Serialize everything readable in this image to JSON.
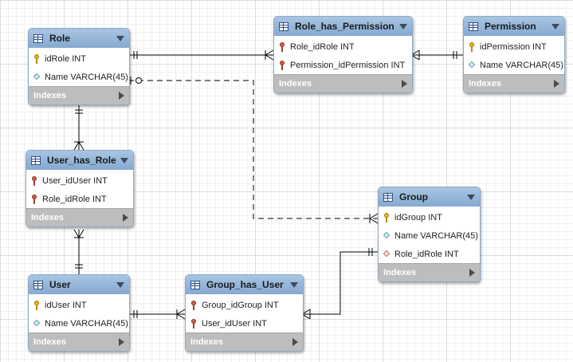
{
  "tables": [
    {
      "key": "role",
      "name": "Role",
      "columns": [
        {
          "label": "idRole INT",
          "icon": "primary-key-icon"
        },
        {
          "label": "Name VARCHAR(45)",
          "icon": "column-icon"
        }
      ],
      "indexes_label": "Indexes"
    },
    {
      "key": "role_has_permission",
      "name": "Role_has_Permission",
      "columns": [
        {
          "label": "Role_idRole INT",
          "icon": "foreign-key-icon"
        },
        {
          "label": "Permission_idPermission INT",
          "icon": "foreign-key-icon"
        }
      ],
      "indexes_label": "Indexes"
    },
    {
      "key": "permission",
      "name": "Permission",
      "columns": [
        {
          "label": "idPermission INT",
          "icon": "primary-key-icon"
        },
        {
          "label": "Name VARCHAR(45)",
          "icon": "column-icon"
        }
      ],
      "indexes_label": "Indexes"
    },
    {
      "key": "user_has_role",
      "name": "User_has_Role",
      "columns": [
        {
          "label": "User_idUser INT",
          "icon": "foreign-key-icon"
        },
        {
          "label": "Role_idRole INT",
          "icon": "foreign-key-icon"
        }
      ],
      "indexes_label": "Indexes"
    },
    {
      "key": "group",
      "name": "Group",
      "columns": [
        {
          "label": "idGroup INT",
          "icon": "primary-key-icon"
        },
        {
          "label": "Name VARCHAR(45)",
          "icon": "column-icon"
        },
        {
          "label": "Role_idRole INT",
          "icon": "foreign-column-icon"
        }
      ],
      "indexes_label": "Indexes"
    },
    {
      "key": "user",
      "name": "User",
      "columns": [
        {
          "label": "idUser INT",
          "icon": "primary-key-icon"
        },
        {
          "label": "Name VARCHAR(45)",
          "icon": "column-icon"
        }
      ],
      "indexes_label": "Indexes"
    },
    {
      "key": "group_has_user",
      "name": "Group_has_User",
      "columns": [
        {
          "label": "Group_idGroup INT",
          "icon": "foreign-key-icon"
        },
        {
          "label": "User_idUser INT",
          "icon": "foreign-key-icon"
        }
      ],
      "indexes_label": "Indexes"
    }
  ],
  "colors": {
    "header": "#98b8dc",
    "indexes_bar": "#bdbdbd",
    "connector": "#000000"
  }
}
